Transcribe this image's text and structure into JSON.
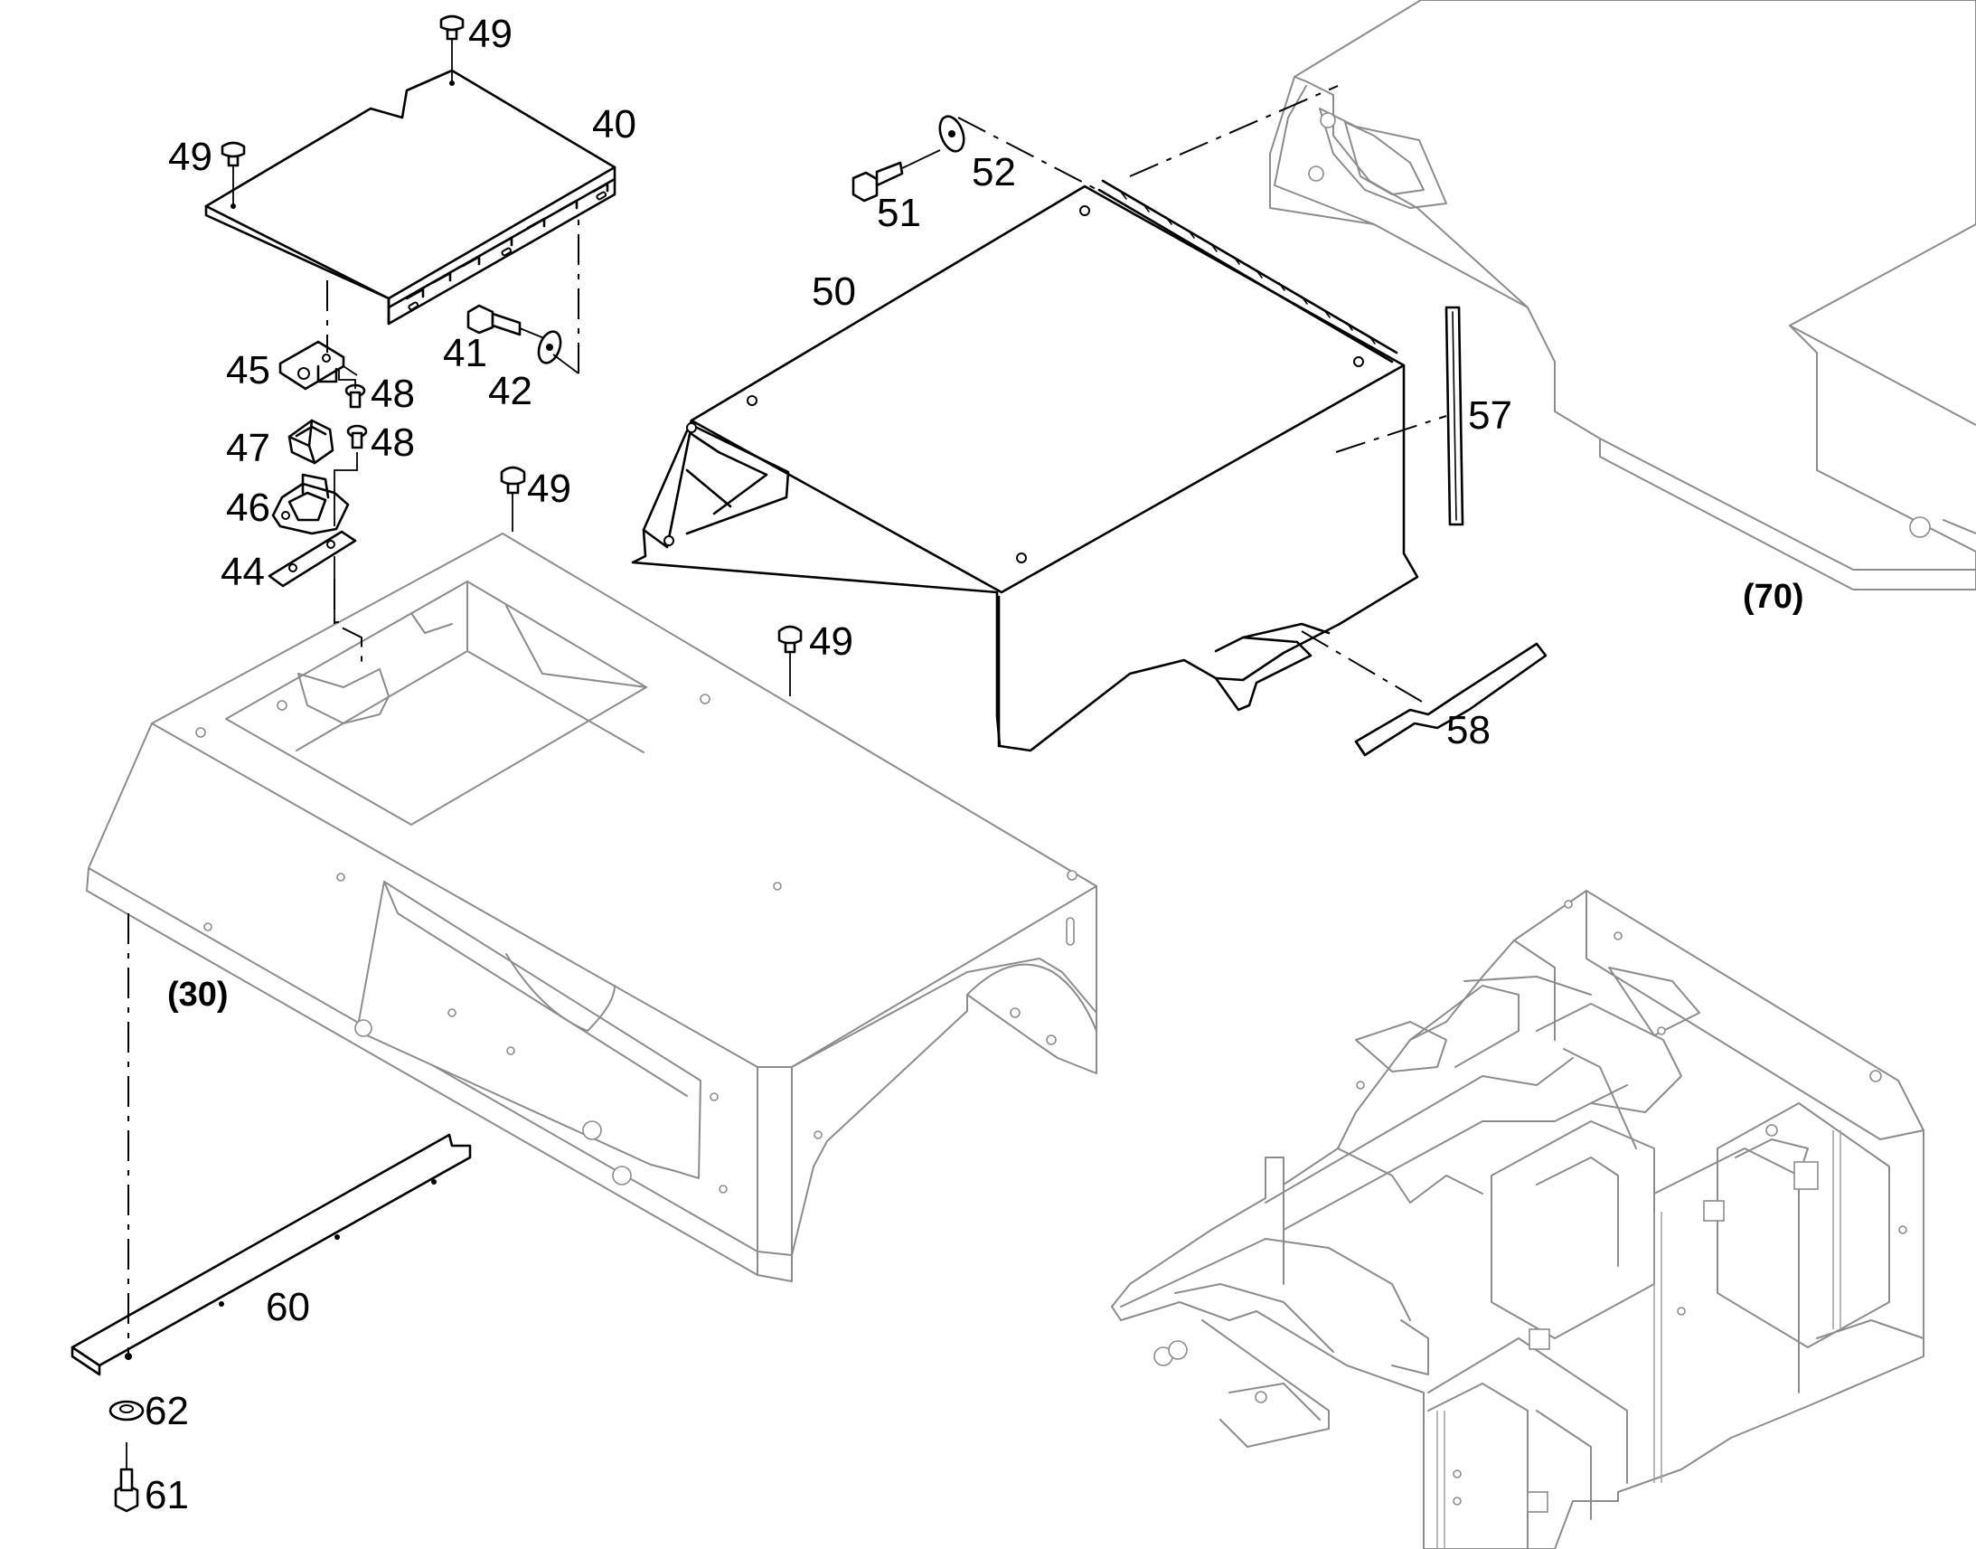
{
  "labels": {
    "p40": "40",
    "p41": "41",
    "p42": "42",
    "p44": "44",
    "p45": "45",
    "p46": "46",
    "p47": "47",
    "p48a": "48",
    "p48b": "48",
    "p49a": "49",
    "p49b": "49",
    "p49c": "49",
    "p49d": "49",
    "p50": "50",
    "p51": "51",
    "p52": "52",
    "p57": "57",
    "p58": "58",
    "p60": "60",
    "p61": "61",
    "p62": "62"
  },
  "references": {
    "r30": "(30)",
    "r70": "(70)"
  }
}
